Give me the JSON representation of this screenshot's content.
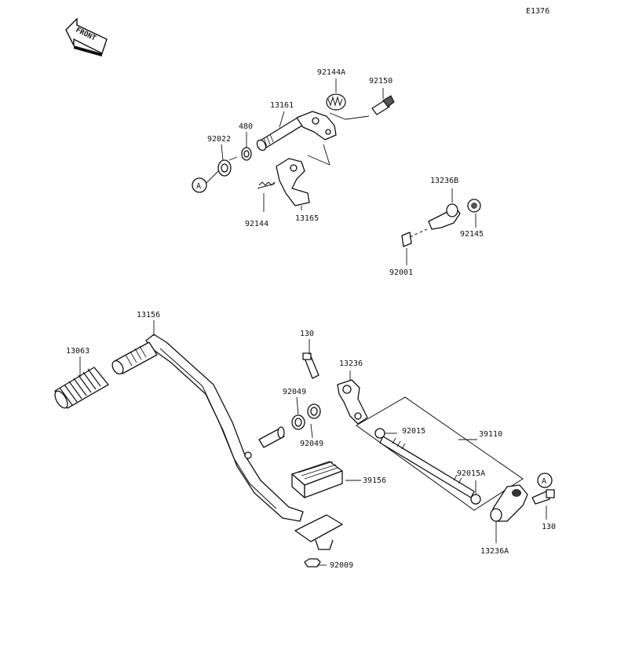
{
  "drawing_code": "E1376",
  "front_arrow_label": "FRONT",
  "reference_mark": "A",
  "parts": {
    "p92144A": "92144A",
    "p92150": "92150",
    "p13161": "13161",
    "p480": "480",
    "p92022": "92022",
    "p92144": "92144",
    "p13165": "13165",
    "p13236B": "13236B",
    "p92145": "92145",
    "p92001": "92001",
    "p13156": "13156",
    "p13063": "13063",
    "p130_top": "130",
    "p13236": "13236",
    "p92049_a": "92049",
    "p92049_b": "92049",
    "p92015": "92015",
    "p39110": "39110",
    "p92015A": "92015A",
    "p39156": "39156",
    "p130_right": "130",
    "p13236A": "13236A",
    "p92009": "92009"
  }
}
